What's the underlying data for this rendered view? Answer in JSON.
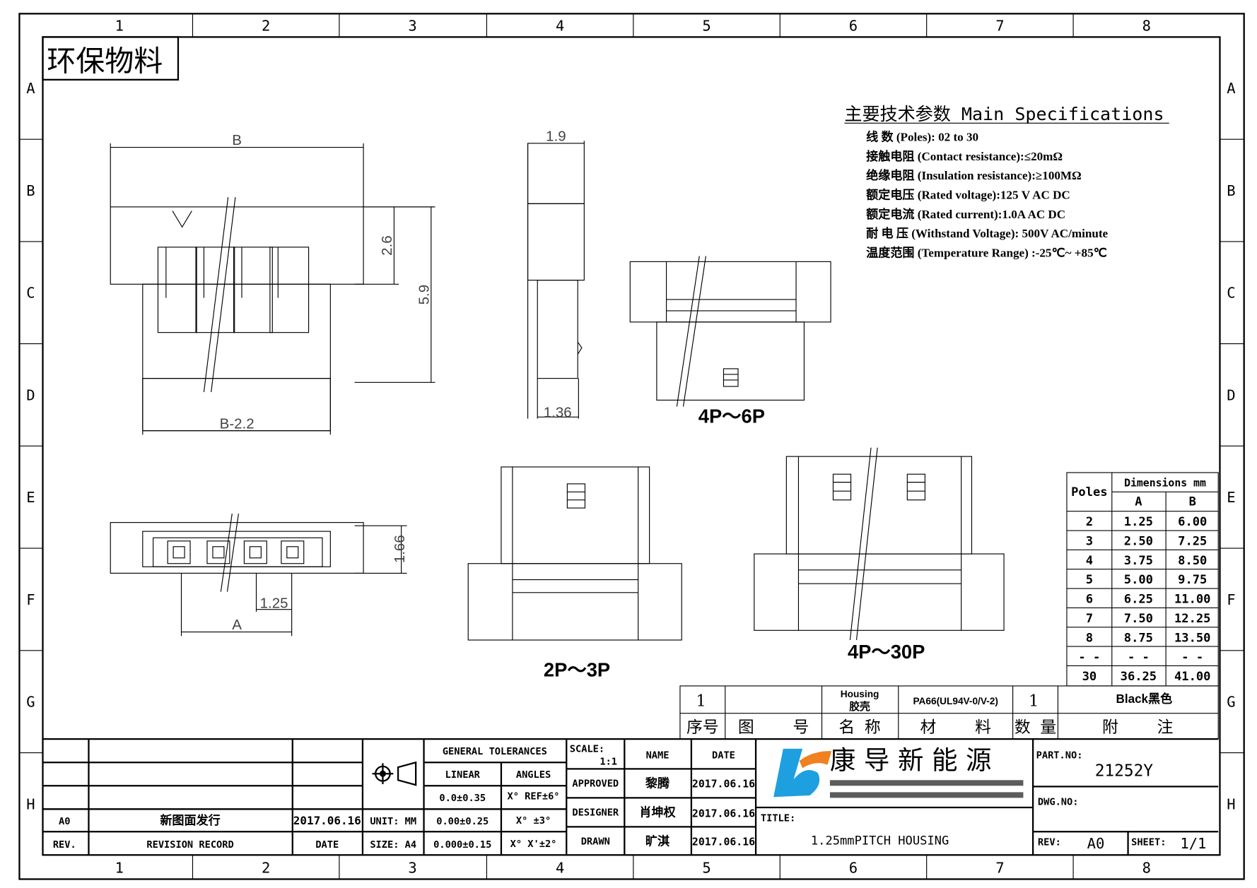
{
  "grid": {
    "columns": [
      "1",
      "2",
      "3",
      "4",
      "5",
      "6",
      "7",
      "8"
    ],
    "rows": [
      "A",
      "B",
      "C",
      "D",
      "E",
      "F",
      "G",
      "H"
    ]
  },
  "stamp": "环保物料",
  "specs": {
    "title": "主要技术参数 Main Specifications",
    "lines": [
      "线    数 (Poles): 02 to 30",
      "接触电阻 (Contact resistance):≤20mΩ",
      "绝缘电阻 (Insulation resistance):≥100MΩ",
      "额定电压 (Rated voltage):125 V AC DC",
      "额定电流 (Rated current):1.0A AC DC",
      "耐 电 压 (Withstand Voltage): 500V AC/minute",
      "温度范围 (Temperature Range) :-25℃~ +85℃"
    ]
  },
  "dimensions": {
    "B": "B",
    "B_minus": "B-2.2",
    "h26": "2.6",
    "h59": "5.9",
    "w19": "1.9",
    "w136": "1.36",
    "h166": "1.66",
    "p125": "1.25",
    "A": "A"
  },
  "view_labels": {
    "v46": "4P～6P",
    "v23": "2P～3P",
    "v430": "4P～30P"
  },
  "dim_table": {
    "poles_header": "Poles",
    "dims_header": "Dimensions mm",
    "col_a": "A",
    "col_b": "B",
    "rows": [
      [
        "2",
        "1.25",
        "6.00"
      ],
      [
        "3",
        "2.50",
        "7.25"
      ],
      [
        "4",
        "3.75",
        "8.50"
      ],
      [
        "5",
        "5.00",
        "9.75"
      ],
      [
        "6",
        "6.25",
        "11.00"
      ],
      [
        "7",
        "7.50",
        "12.25"
      ],
      [
        "8",
        "8.75",
        "13.50"
      ],
      [
        "- -",
        "- -",
        "- -"
      ],
      [
        "30",
        "36.25",
        "41.00"
      ]
    ]
  },
  "bom": {
    "row": {
      "no": "1",
      "drawing_no": "",
      "name_en": "Housing",
      "name_cn": "胶壳",
      "material": "PA66(UL94V-0/V-2)",
      "qty": "1",
      "note": "Black黑色"
    },
    "headers": {
      "no": "序号",
      "drawing_no": "图    号",
      "name": "名 称",
      "material": "材    料",
      "qty": "数 量",
      "note": "附    注"
    }
  },
  "revision": {
    "rev": "A0",
    "record": "新图面发行",
    "date": "2017.06.16",
    "h_rev": "REV.",
    "h_record": "REVISION RECORD",
    "h_date": "DATE"
  },
  "tolerances": {
    "title": "GENERAL TOLERANCES",
    "linear": "LINEAR",
    "angles": "ANGLES",
    "lin": [
      "0.0±0.35",
      "0.00±0.25",
      "0.000±0.15"
    ],
    "ang": [
      "X° REF±6°",
      "X° ±3°",
      "X° X'±2°"
    ],
    "unit": "UNIT: MM",
    "size": "SIZE: A4"
  },
  "signoff": {
    "scale_label": "SCALE:",
    "scale": "1:1",
    "name": "NAME",
    "date": "DATE",
    "rows": [
      [
        "APPROVED",
        "黎腾",
        "2017.06.16"
      ],
      [
        "DESIGNER",
        "肖坤权",
        "2017.06.16"
      ],
      [
        "DRAWN",
        "旷淇",
        "2017.06.16"
      ]
    ]
  },
  "company": {
    "name": "康 导 新 能 源",
    "blue": "#1ea0e0",
    "orange": "#f08020"
  },
  "title_block": {
    "title_label": "TITLE:",
    "title": "1.25mmPITCH HOUSING",
    "part_label": "PART.NO:",
    "part_no": "21252Y",
    "dwg_label": "DWG.NO:",
    "rev_label": "REV:",
    "rev": "A0",
    "sheet_label": "SHEET:",
    "sheet": "1/1"
  }
}
